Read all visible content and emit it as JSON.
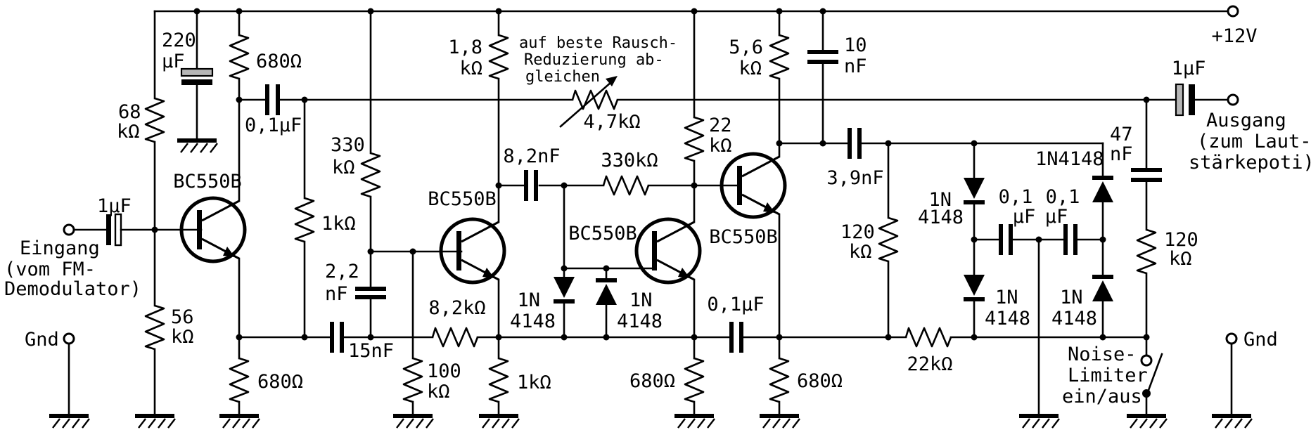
{
  "labels": {
    "v12": "+12V",
    "in1": "Eingang",
    "in2": "(vom FM-",
    "in3": "Demodulator)",
    "gnd_l": "Gnd",
    "gnd_r": "Gnd",
    "out1": "Ausgang",
    "out2": "(zum Laut-",
    "out3": "stärkepoti)",
    "note1": "auf beste Rausch-",
    "note2": "Reduzierung ab-",
    "note3": "gleichen",
    "sw1": "Noise-",
    "sw2": "Limiter",
    "sw3": "ein/aus",
    "q1": "BC550B",
    "q2": "BC550B",
    "q3": "BC550B",
    "q4": "BC550B",
    "c220_a": "220",
    "c220_b": "µF",
    "c1uf_in": "1µF",
    "c1uf_out": "1µF",
    "c01a": "0,1µF",
    "c01b": "0,1µF",
    "c22_a": "2,2",
    "c22_b": "nF",
    "c15": "15nF",
    "c82": "8,2nF",
    "c10_a": "10",
    "c10_b": "nF",
    "c39": "3,9nF",
    "c47_a": "47",
    "c47_b": "nF",
    "c01c_a": "0,1",
    "c01c_b": "µF",
    "c01d_a": "0,1",
    "c01d_b": "µF",
    "r680a": "680Ω",
    "r680b": "680Ω",
    "r680c": "680Ω",
    "r680d": "680Ω",
    "r68_a": "68",
    "r68_b": "kΩ",
    "r56_a": "56",
    "r56_b": "kΩ",
    "r1k_a": "1kΩ",
    "r1k_b": "1kΩ",
    "r330v_a": "330",
    "r330v_b": "kΩ",
    "r100_a": "100",
    "r100_b": "kΩ",
    "r82k": "8,2kΩ",
    "r18_a": "1,8",
    "r18_b": "kΩ",
    "pot": "4,7kΩ",
    "r330kh": "330kΩ",
    "r22v_a": "22",
    "r22v_b": "kΩ",
    "r5k6_a": "5,6",
    "r5k6_b": "kΩ",
    "r120a_a": "120",
    "r120a_b": "kΩ",
    "r120b_a": "120",
    "r120b_b": "kΩ",
    "r22k": "22kΩ",
    "d1_a": "1N",
    "d1_b": "4148",
    "d2_a": "1N",
    "d2_b": "4148",
    "d3_a": "1N",
    "d3_b": "4148",
    "d4_a": "1N",
    "d4_b": "4148",
    "d5": "1N4148",
    "d6_a": "1N",
    "d6_b": "4148"
  }
}
